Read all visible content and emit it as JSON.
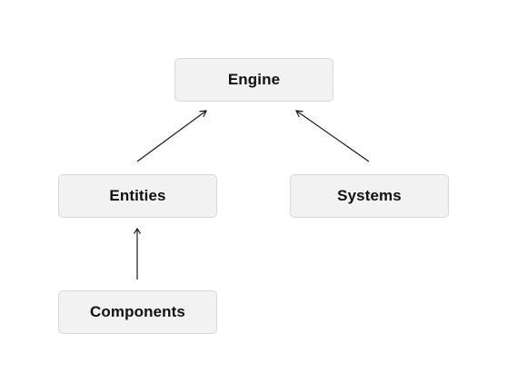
{
  "nodes": {
    "engine": {
      "label": "Engine"
    },
    "entities": {
      "label": "Entities"
    },
    "systems": {
      "label": "Systems"
    },
    "components": {
      "label": "Components"
    }
  },
  "edges": [
    {
      "from": "entities",
      "to": "engine"
    },
    {
      "from": "systems",
      "to": "engine"
    },
    {
      "from": "components",
      "to": "entities"
    }
  ]
}
